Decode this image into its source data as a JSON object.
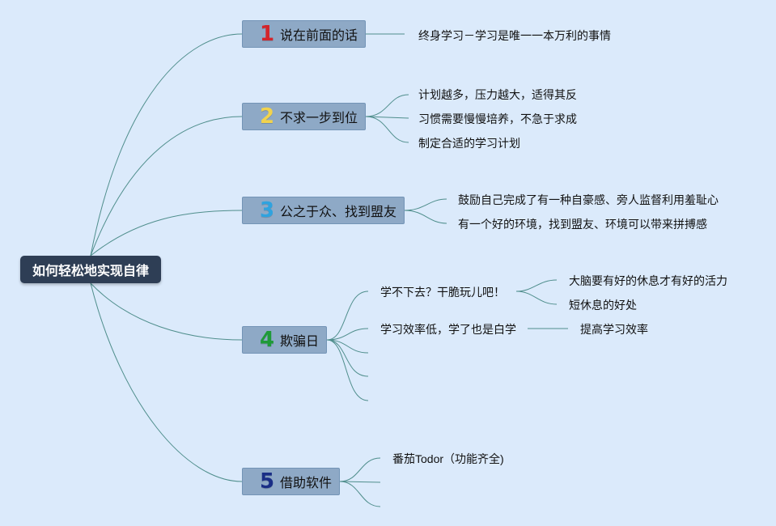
{
  "root": {
    "label": "如何轻松地实现自律"
  },
  "branches": [
    {
      "num": "1",
      "num_color": "#d3252b",
      "label": "说在前面的话",
      "children": [
        {
          "label": "终身学习－学习是唯一一本万利的事情"
        }
      ]
    },
    {
      "num": "2",
      "num_color": "#f2d34d",
      "label": "不求一步到位",
      "children": [
        {
          "label": "计划越多，压力越大，适得其反"
        },
        {
          "label": "习惯需要慢慢培养，不急于求成"
        },
        {
          "label": "制定合适的学习计划"
        }
      ]
    },
    {
      "num": "3",
      "num_color": "#2fa3df",
      "label": "公之于众、找到盟友",
      "children": [
        {
          "label": "鼓励自己完成了有一种自豪感、旁人监督利用羞耻心"
        },
        {
          "label": "有一个好的环境，找到盟友、环境可以带来拼搏感"
        }
      ]
    },
    {
      "num": "4",
      "num_color": "#1f9a38",
      "label": "欺骗日",
      "children": [
        {
          "label": "学不下去？干脆玩儿吧！",
          "children": [
            {
              "label": "大脑要有好的休息才有好的活力"
            },
            {
              "label": "短休息的好处"
            }
          ]
        },
        {
          "label": "学习效率低，学了也是白学",
          "children": [
            {
              "label": "提高学习效率"
            }
          ]
        },
        {
          "label": ""
        },
        {
          "label": ""
        },
        {
          "label": ""
        }
      ]
    },
    {
      "num": "5",
      "num_color": "#1a2e86",
      "label": "借助软件",
      "children": [
        {
          "label": "番茄Todor（功能齐全)"
        },
        {
          "label": ""
        },
        {
          "label": ""
        }
      ]
    }
  ],
  "line_color": "#4f8e8c"
}
